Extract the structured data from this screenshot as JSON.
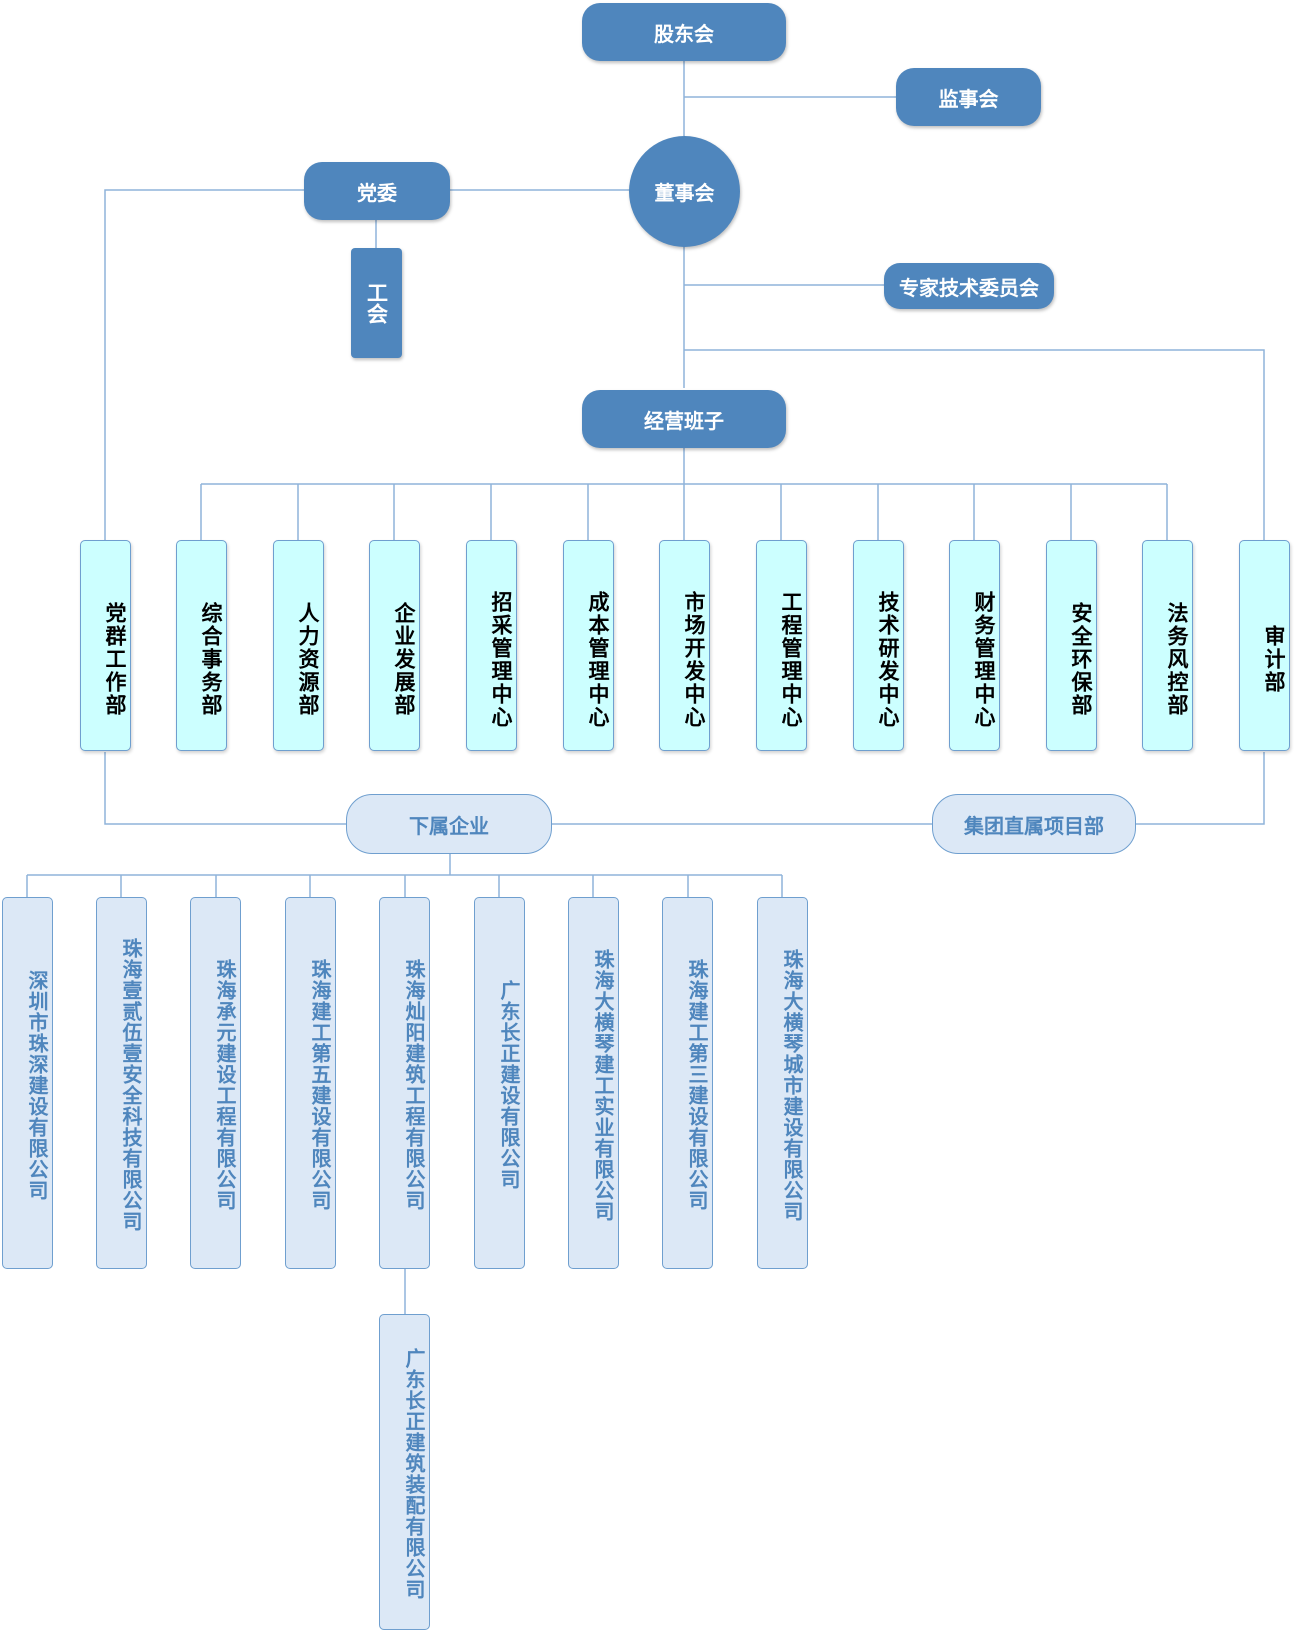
{
  "diagram": {
    "top": {
      "shareholders": "股东会",
      "supervisors": "监事会",
      "board": "董事会",
      "party": "党委",
      "union": "工会",
      "experts": "专家技术委员会",
      "management": "经营班子"
    },
    "departments": [
      "党群工作部",
      "综合事务部",
      "人力资源部",
      "企业发展部",
      "招采管理中心",
      "成本管理中心",
      "市场开发中心",
      "工程管理中心",
      "技术研发中心",
      "财务管理中心",
      "安全环保部",
      "法务风控部",
      "审计部"
    ],
    "groups": {
      "subsidiaries": "下属企业",
      "projects": "集团直属项目部"
    },
    "subsidiaries": [
      "深圳市珠深建设有限公司",
      "珠海壹贰伍壹安全科技有限公司",
      "珠海承元建设工程有限公司",
      "珠海建工第五建设有限公司",
      "珠海灿阳建筑工程有限公司",
      "广东长正建设有限公司",
      "珠海大横琴建工实业有限公司",
      "珠海建工第三建设有限公司",
      "珠海大横琴城市建设有限公司"
    ],
    "sub_child": "广东长正建筑装配有限公司",
    "colors": {
      "dark_box": "#4f86bd",
      "dept_box": "#ccffff",
      "light_box": "#dce8f6",
      "line": "#7fa8d4"
    }
  }
}
